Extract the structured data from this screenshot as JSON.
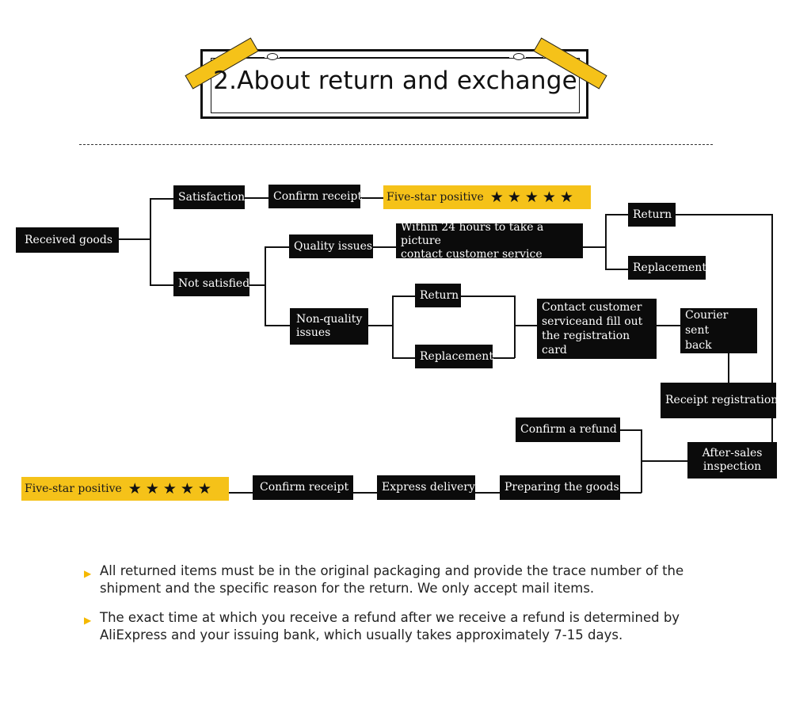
{
  "title": "2.About return and exchange",
  "flow": {
    "received_goods": "Received goods",
    "satisfaction": "Satisfaction",
    "confirm_receipt_top": "Confirm receipt",
    "five_star_top": "Five-star positive",
    "not_satisfied": "Not satisfied",
    "quality_issues": "Quality issues",
    "within_24h_line1": "Within 24 hours to take a picture",
    "within_24h_line2": "contact customer service",
    "return_top": "Return",
    "replacement_top": "Replacement",
    "non_quality_line1": "Non-quality",
    "non_quality_line2": "issues",
    "return_mid": "Return",
    "replacement_mid": "Replacement",
    "contact_line1": "Contact customer",
    "contact_line2": "serviceand fill out",
    "contact_line3": "the registration card",
    "courier_line1": "Courier sent",
    "courier_line2": "back",
    "receipt_registration": "Receipt registration",
    "confirm_refund": "Confirm a refund",
    "after_sales_line1": "After-sales",
    "after_sales_line2": "inspection",
    "preparing_goods": "Preparing the goods",
    "express_delivery": "Express delivery",
    "confirm_receipt_bottom": "Confirm receipt",
    "five_star_bottom": "Five-star positive",
    "stars": "★★★★★"
  },
  "notes": [
    "All returned items must be in the original packaging and provide the trace number of the shipment and the specific reason for the return. We only accept mail items.",
    "The exact time at which you receive a refund after we receive a refund is determined by AliExpress and your issuing bank, which usually takes approximately 7-15 days."
  ],
  "bullet_icon": "triangle-right-icon",
  "colors": {
    "accent": "#f5c219",
    "box": "#0b0b0b",
    "text": "#ffffff"
  }
}
